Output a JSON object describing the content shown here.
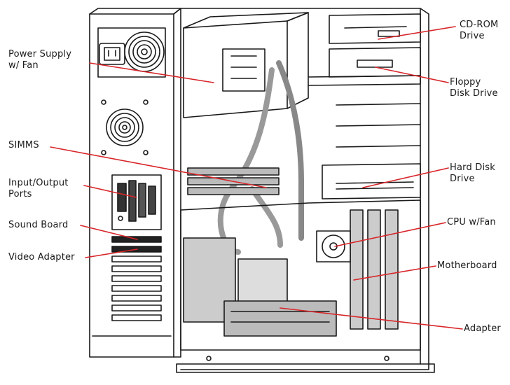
{
  "labels": {
    "power_supply": {
      "line1": "Power Supply",
      "line2": "w/ Fan"
    },
    "simms": {
      "line1": "SIMMS"
    },
    "io_ports": {
      "line1": "Input/Output",
      "line2": "Ports"
    },
    "sound_board": {
      "line1": "Sound Board"
    },
    "video_adapter": {
      "line1": "Video Adapter"
    },
    "cdrom": {
      "line1": "CD-ROM",
      "line2": "Drive"
    },
    "floppy": {
      "line1": "Floppy",
      "line2": "Disk Drive"
    },
    "hard_disk": {
      "line1": "Hard Disk",
      "line2": "Drive"
    },
    "cpu": {
      "line1": "CPU w/Fan"
    },
    "motherboard": {
      "line1": "Motherboard"
    },
    "adapter": {
      "line1": "Adapter"
    }
  },
  "colors": {
    "ink": "#1a1a1a",
    "leader": "#d8262a",
    "paper": "#ffffff"
  }
}
